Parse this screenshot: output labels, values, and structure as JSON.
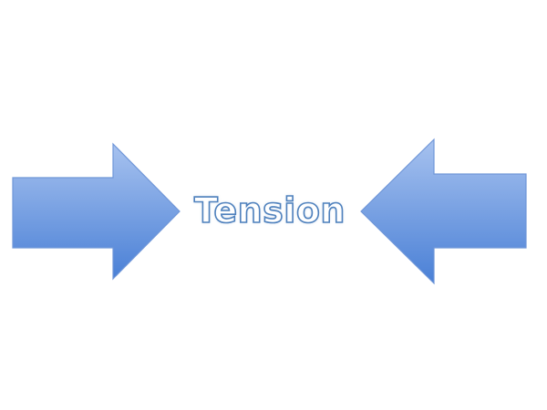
{
  "diagram": {
    "center_label": "Tension",
    "arrows": [
      {
        "id": "left-arrow",
        "direction": "right"
      },
      {
        "id": "right-arrow",
        "direction": "left"
      }
    ],
    "colors": {
      "arrow_fill_top": "#a7c2ef",
      "arrow_fill_bottom": "#4a80d6",
      "arrow_stroke": "#6f96d8",
      "label_fill": "#ffffff",
      "label_stroke": "#4f81bd"
    }
  }
}
